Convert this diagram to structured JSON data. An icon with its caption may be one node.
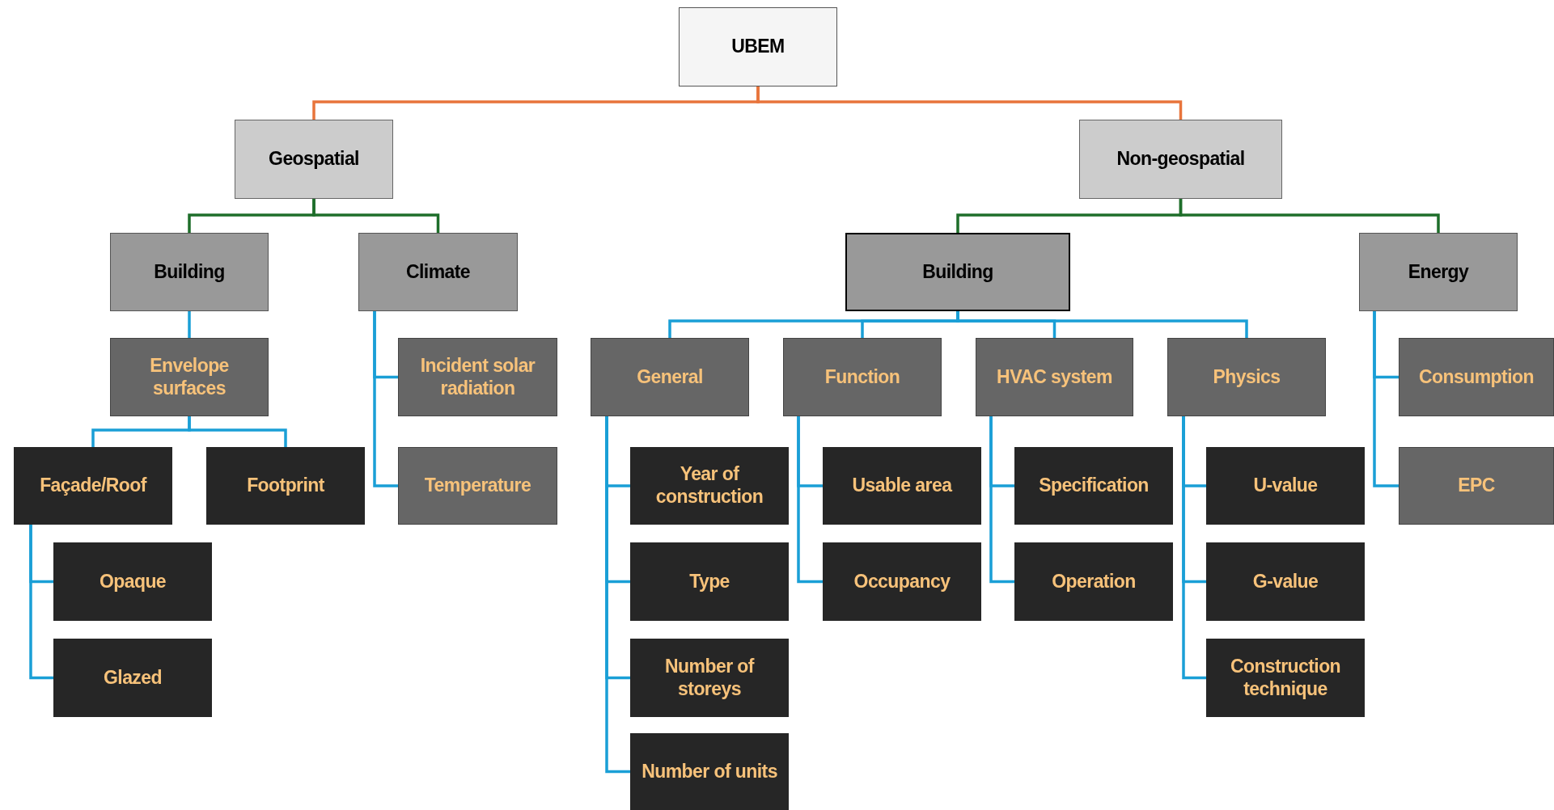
{
  "diagram": {
    "nodes": [
      {
        "text": [
          "UBEM"
        ]
      },
      {
        "text": [
          "Geospatial"
        ]
      },
      {
        "text": [
          "Non-geospatial"
        ]
      },
      {
        "text": [
          "Building"
        ]
      },
      {
        "text": [
          "Climate"
        ]
      },
      {
        "text": [
          "Envelope surfaces"
        ]
      },
      {
        "text": [
          "Incident solar radiation"
        ]
      },
      {
        "text": [
          "Temperature"
        ]
      },
      {
        "text": [
          "Façade/Roof"
        ]
      },
      {
        "text": [
          "Footprint"
        ]
      },
      {
        "text": [
          "Opaque"
        ]
      },
      {
        "text": [
          "Glazed"
        ]
      },
      {
        "text": [
          "Building"
        ]
      },
      {
        "text": [
          "Energy"
        ]
      },
      {
        "text": [
          "General"
        ]
      },
      {
        "text": [
          "Function"
        ]
      },
      {
        "text": [
          "HVAC system"
        ]
      },
      {
        "text": [
          "Physics"
        ]
      },
      {
        "text": [
          "Consumption"
        ]
      },
      {
        "text": [
          "EPC"
        ]
      },
      {
        "text": [
          "Year of construction"
        ]
      },
      {
        "text": [
          "Type"
        ]
      },
      {
        "text": [
          "Number of storeys"
        ]
      },
      {
        "text": [
          "Number of units"
        ]
      },
      {
        "text": [
          "Usable area"
        ]
      },
      {
        "text": [
          "Occupancy"
        ]
      },
      {
        "text": [
          "Specification"
        ]
      },
      {
        "text": [
          "Operation"
        ]
      },
      {
        "text": [
          "U-value"
        ]
      },
      {
        "text": [
          "G-value"
        ]
      },
      {
        "text": [
          "Construction technique"
        ]
      }
    ],
    "edges": [
      {
        "from": 0,
        "to": 1,
        "arrow": "none",
        "color": "#e8743b"
      },
      {
        "from": 0,
        "to": 2,
        "arrow": "none",
        "color": "#e8743b"
      },
      {
        "from": 1,
        "to": 3,
        "arrow": "none",
        "color": "#1e6e2a"
      },
      {
        "from": 1,
        "to": 4,
        "arrow": "none",
        "color": "#1e6e2a"
      },
      {
        "from": 2,
        "to": 12,
        "arrow": "none",
        "color": "#1e6e2a"
      },
      {
        "from": 2,
        "to": 13,
        "arrow": "none",
        "color": "#1e6e2a"
      },
      {
        "from": 3,
        "to": 5,
        "arrow": "none"
      },
      {
        "from": 5,
        "to": 8,
        "arrow": "none"
      },
      {
        "from": 5,
        "to": 9,
        "arrow": "none"
      },
      {
        "from": 4,
        "to": 6,
        "arrow": "none"
      },
      {
        "from": 4,
        "to": 7,
        "arrow": "none"
      },
      {
        "from": 8,
        "to": 10,
        "arrow": "none"
      },
      {
        "from": 8,
        "to": 11,
        "arrow": "none"
      },
      {
        "from": 12,
        "to": 14,
        "arrow": "none"
      },
      {
        "from": 12,
        "to": 15,
        "arrow": "none"
      },
      {
        "from": 12,
        "to": 16,
        "arrow": "none"
      },
      {
        "from": 12,
        "to": 17,
        "arrow": "none"
      },
      {
        "from": 14,
        "to": 20,
        "arrow": "none"
      },
      {
        "from": 14,
        "to": 21,
        "arrow": "none"
      },
      {
        "from": 14,
        "to": 22,
        "arrow": "none"
      },
      {
        "from": 14,
        "to": 23,
        "arrow": "none"
      },
      {
        "from": 15,
        "to": 24,
        "arrow": "none"
      },
      {
        "from": 15,
        "to": 25,
        "arrow": "none"
      },
      {
        "from": 16,
        "to": 26,
        "arrow": "none"
      },
      {
        "from": 16,
        "to": 27,
        "arrow": "none"
      },
      {
        "from": 17,
        "to": 28,
        "arrow": "none"
      },
      {
        "from": 17,
        "to": 29,
        "arrow": "none"
      },
      {
        "from": 17,
        "to": 30,
        "arrow": "none"
      },
      {
        "from": 13,
        "to": 18,
        "arrow": "none"
      },
      {
        "from": 13,
        "to": 19,
        "arrow": "none"
      }
    ]
  }
}
